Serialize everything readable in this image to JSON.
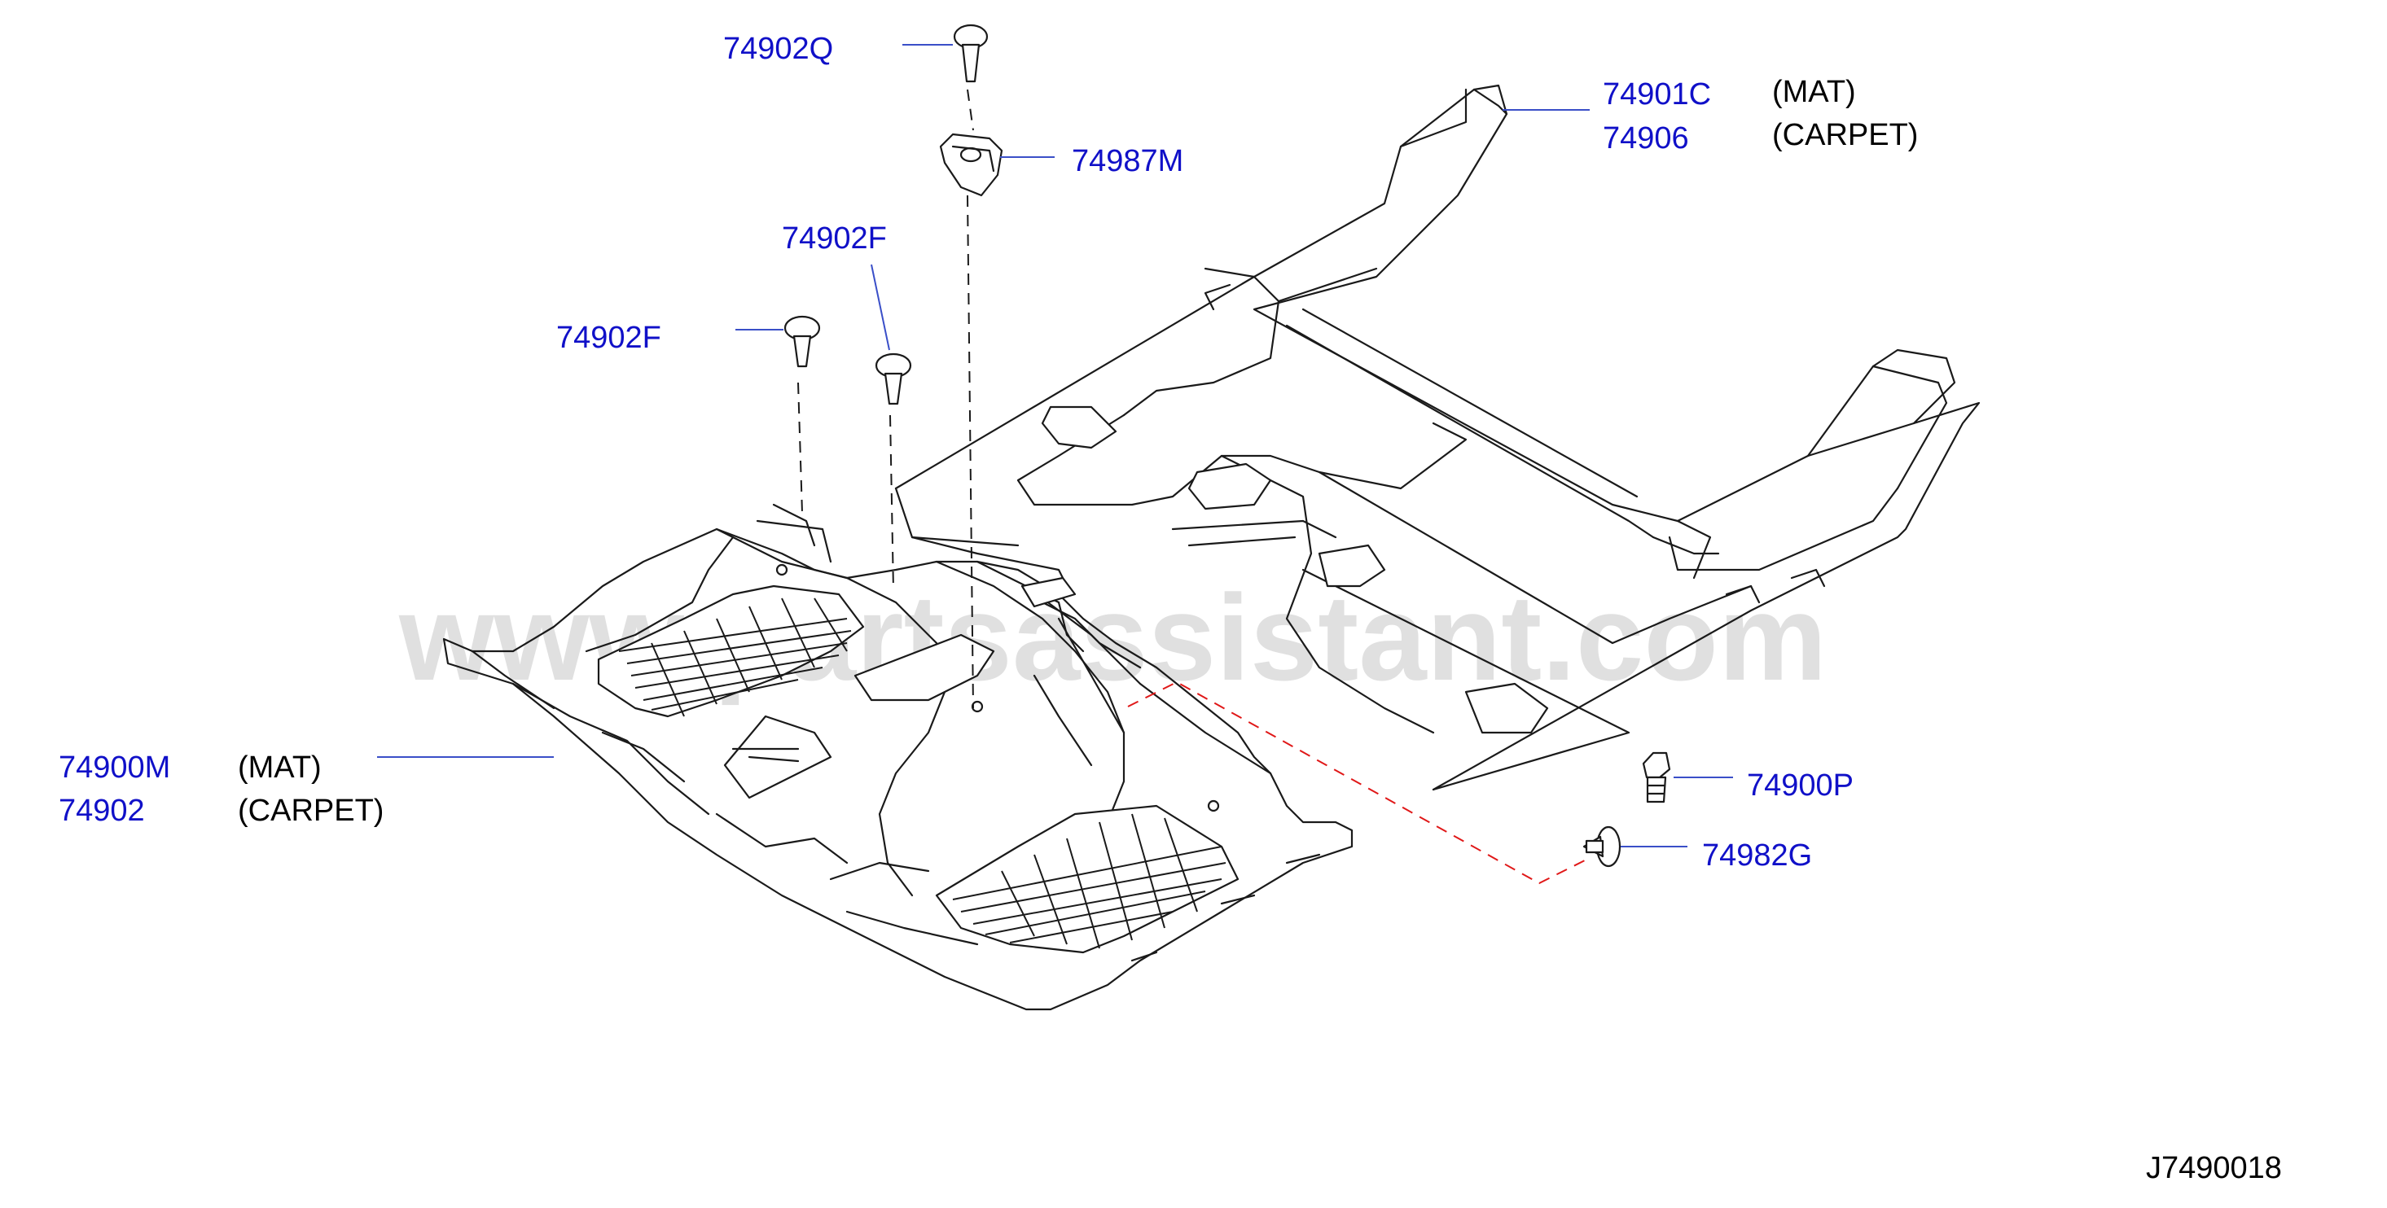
{
  "diagram_code": "J7490018",
  "watermark": "www.partsassistant.com",
  "colors": {
    "part_number": "#1010c8",
    "leader_line": "#3a4fc8",
    "text": "#000000",
    "outline": "#1a1a1a",
    "highlight_dash": "#e01818"
  },
  "parts": [
    {
      "number": "74902Q"
    },
    {
      "number": "74987M"
    },
    {
      "number": "74902F"
    },
    {
      "number": "74902F"
    },
    {
      "number": "74901C",
      "note": "(MAT)"
    },
    {
      "number": "74906",
      "note": "(CARPET)"
    },
    {
      "number": "74900M",
      "note": "(MAT)"
    },
    {
      "number": "74902",
      "note": "(CARPET)"
    },
    {
      "number": "74900P"
    },
    {
      "number": "74982G"
    }
  ]
}
